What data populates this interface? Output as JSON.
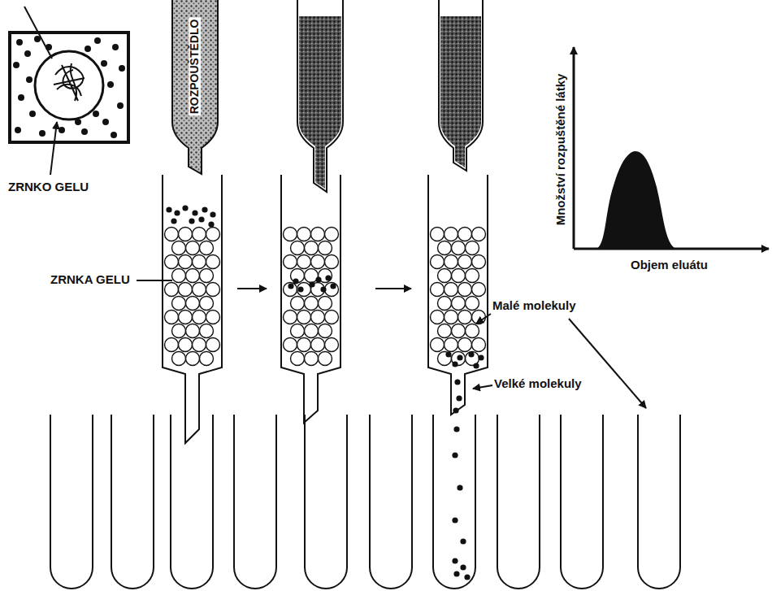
{
  "diagram": {
    "labels": [
      "ROZPOUŠTĚDLO",
      "ZRNKO GELU",
      "ZRNKA GELU",
      "Malé molekuly",
      "Velké molekuly",
      "Množství rozpuštěné látky",
      "Objem eluátu"
    ]
  }
}
